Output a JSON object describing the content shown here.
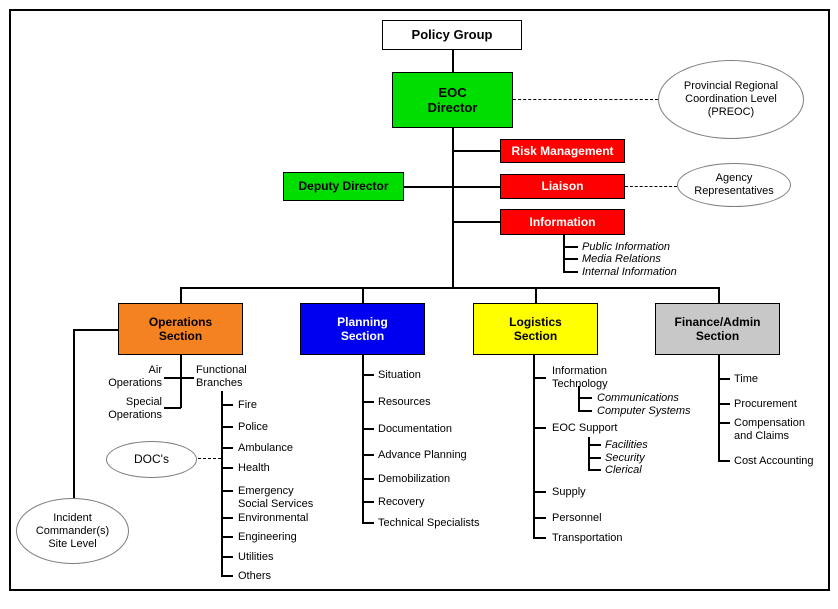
{
  "diagram": {
    "colors": {
      "green": "#00DE00",
      "red": "#FF0000",
      "orange": "#F58220",
      "blue": "#0000F0",
      "yellow": "#FFFF00",
      "gray": "#C8C8C8",
      "white": "#FFFFFF"
    },
    "top": {
      "policy_group": "Policy Group",
      "eoc_director": "EOC\nDirector",
      "preoc_ellipse": "Provincial Regional\nCoordination Level\n(PREOC)"
    },
    "command_staff": {
      "risk_management": "Risk Management",
      "deputy_director": "Deputy Director",
      "liaison": "Liaison",
      "agency_ellipse": "Agency\nRepresentatives",
      "information": "Information",
      "information_items": [
        "Public Information",
        "Media Relations",
        "Internal Information"
      ]
    },
    "sections": {
      "operations": "Operations\nSection",
      "planning": "Planning\nSection",
      "logistics": "Logistics\nSection",
      "finance_admin": "Finance/Admin\nSection"
    },
    "operations": {
      "air_operations": "Air\nOperations",
      "special_operations": "Special\nOperations",
      "functional_branches": "Functional\nBranches",
      "branches": [
        "Fire",
        "Police",
        "Ambulance",
        "Health",
        "Emergency\nSocial Services",
        "Environmental",
        "Engineering",
        "Utilities",
        "Others"
      ],
      "docs_ellipse": "DOC's",
      "incident_ellipse": "Incident\nCommander(s)\nSite Level"
    },
    "planning": {
      "items": [
        "Situation",
        "Resources",
        "Documentation",
        "Advance Planning",
        "Demobilization",
        "Recovery",
        "Technical Specialists"
      ]
    },
    "logistics": {
      "information_technology": "Information\nTechnology",
      "information_technology_items": [
        "Communications",
        "Computer Systems"
      ],
      "eoc_support": "EOC Support",
      "eoc_support_items": [
        "Facilities",
        "Security",
        "Clerical"
      ],
      "items": [
        "Supply",
        "Personnel",
        "Transportation"
      ]
    },
    "finance_admin": {
      "items": [
        "Time",
        "Procurement",
        "Compensation\nand Claims",
        "Cost Accounting"
      ]
    }
  }
}
